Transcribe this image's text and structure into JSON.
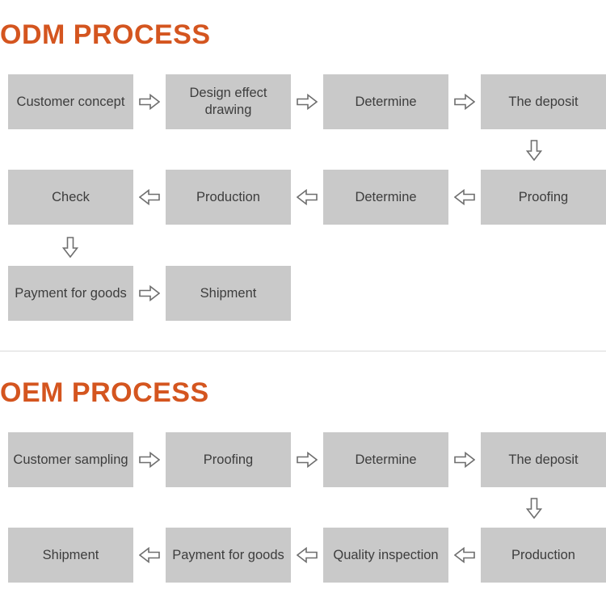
{
  "sections": [
    {
      "title": "ODM PROCESS",
      "rows": [
        {
          "direction": "right",
          "boxes": [
            "Customer concept",
            "Design effect drawing",
            "Determine",
            "The deposit"
          ]
        },
        {
          "direction": "left",
          "boxes": [
            "Check",
            "Production",
            "Determine",
            "Proofing"
          ]
        },
        {
          "direction": "right",
          "boxes": [
            "Payment for goods",
            "Shipment"
          ]
        }
      ],
      "down_arrows": 2
    },
    {
      "title": "OEM PROCESS",
      "rows": [
        {
          "direction": "right",
          "boxes": [
            "Customer sampling",
            "Proofing",
            "Determine",
            "The deposit"
          ]
        },
        {
          "direction": "left",
          "boxes": [
            "Shipment",
            "Payment for goods",
            "Quality inspection",
            "Production"
          ]
        }
      ],
      "down_arrows": 1
    }
  ],
  "icons": {
    "arrow_right": "arrow-right-icon",
    "arrow_left": "arrow-left-icon",
    "arrow_down": "arrow-down-icon"
  },
  "colors": {
    "title": "#d4551f",
    "box_fill": "#c9c9c9",
    "box_text": "#3d3d3d",
    "arrow_outline": "#6e6e6e",
    "divider": "#d9d9d9"
  }
}
